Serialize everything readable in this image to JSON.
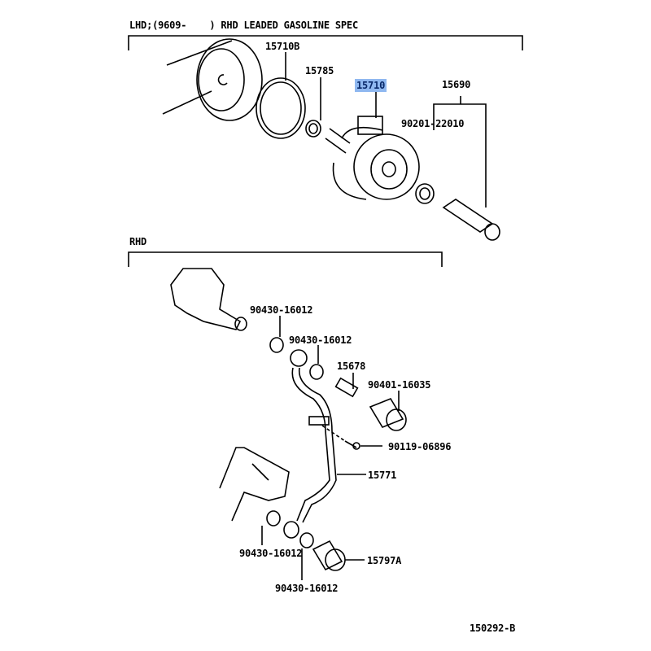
{
  "diagram": {
    "section_top_title": "LHD;(9609-    ) RHD LEADED GASOLINE SPEC",
    "section_bottom_title": "RHD",
    "figure_id": "150292-B",
    "highlight_color": "#8fb8f0",
    "parts_top": {
      "gasket_o_ring": "15710B",
      "gasket": "15785",
      "oil_cooler": "15710",
      "union_assembly": "15690",
      "union_gasket": "90201-22010"
    },
    "parts_bottom": {
      "gasket_a": "90430-16012",
      "gasket_b": "90430-16012",
      "switch": "15678",
      "union_bolt": "90401-16035",
      "bolt": "90119-06896",
      "pipe": "15771",
      "gasket_c": "90430-16012",
      "gasket_d": "90430-16012",
      "union_bolt_a": "15797A"
    }
  }
}
